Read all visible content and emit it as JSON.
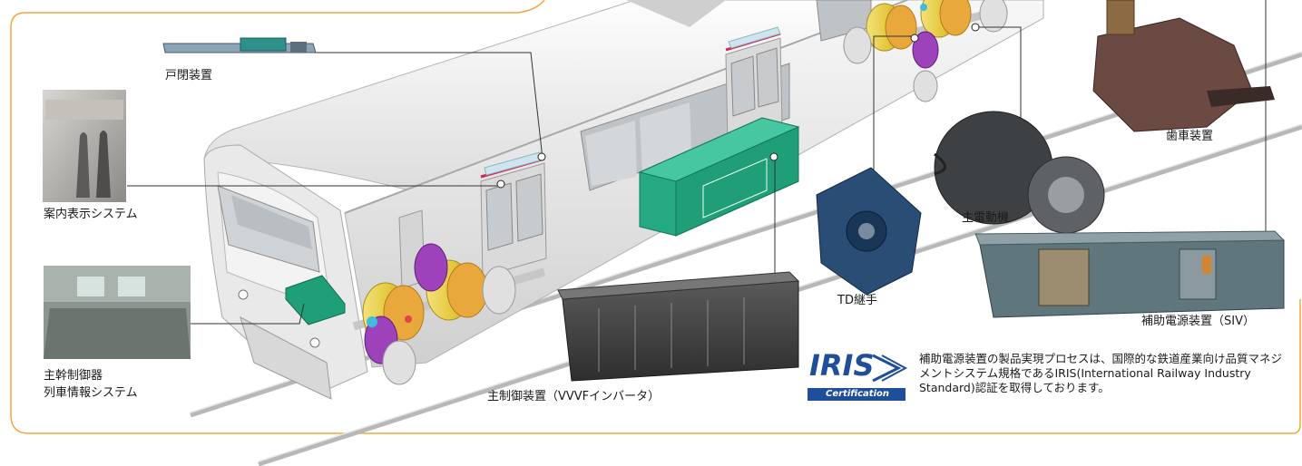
{
  "labels": {
    "door_device": "戸閉装置",
    "info_display": "案内表示システム",
    "master_controller_line1": "主幹制御器",
    "master_controller_line2": "列車情報システム",
    "main_control": "主制御装置（VVVFインバータ）",
    "td_coupling": "TD継手",
    "main_motor": "主電動機",
    "gear_unit": "歯車装置",
    "aux_power": "補助電源装置（SIV）"
  },
  "iris": {
    "logo_text": "IRIS",
    "logo_sub": "Certification",
    "description": "補助電源装置の製品実現プロセスは、国際的な鉄道産業向け品質マネジメントシステム規格であるIRIS(International Railway Industry Standard)認証を取得しております。"
  },
  "colors": {
    "frame": "#f2a640",
    "train_body": "#e6e6e6",
    "accent_pink": "#d4235e",
    "equipment_green": "#1f9e78",
    "cylinder_yellow": "#ecd64a",
    "disc_purple": "#8d2fa8",
    "iris_blue": "#1f4e9a"
  }
}
